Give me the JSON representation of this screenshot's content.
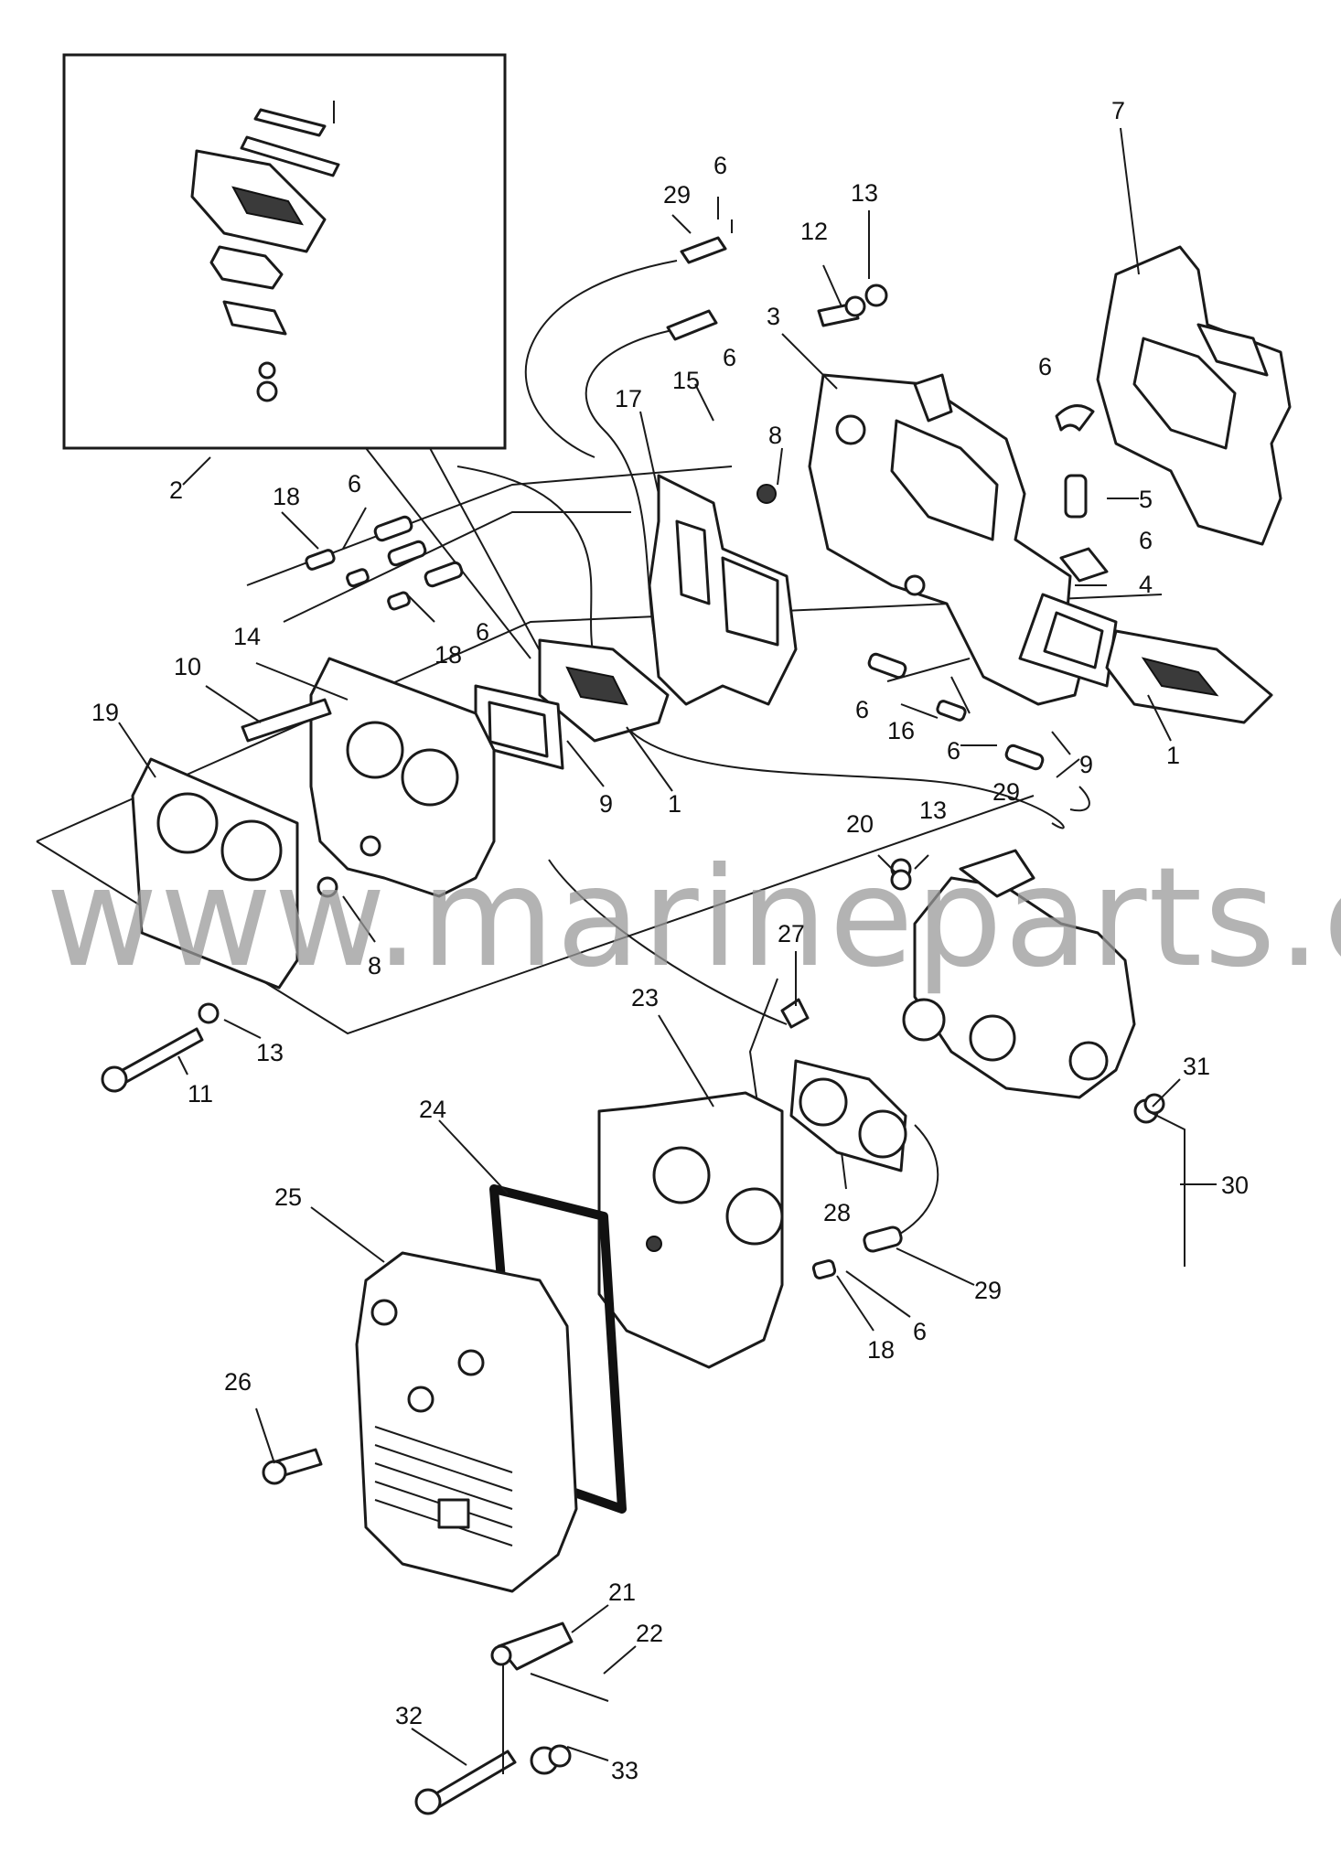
{
  "watermark": "www.marineparts.eu",
  "callouts": [
    {
      "id": "c29a",
      "label": "29"
    },
    {
      "id": "c6a",
      "label": "6"
    },
    {
      "id": "c13a",
      "label": "13"
    },
    {
      "id": "c12",
      "label": "12"
    },
    {
      "id": "c7",
      "label": "7"
    },
    {
      "id": "c3",
      "label": "3"
    },
    {
      "id": "c15",
      "label": "15"
    },
    {
      "id": "c6b",
      "label": "6"
    },
    {
      "id": "c17",
      "label": "17"
    },
    {
      "id": "c6c",
      "label": "6"
    },
    {
      "id": "c8a",
      "label": "8"
    },
    {
      "id": "c5",
      "label": "5"
    },
    {
      "id": "c6d",
      "label": "6"
    },
    {
      "id": "c4",
      "label": "4"
    },
    {
      "id": "c2",
      "label": "2"
    },
    {
      "id": "c18a",
      "label": "18"
    },
    {
      "id": "c6e",
      "label": "6"
    },
    {
      "id": "c6f",
      "label": "6"
    },
    {
      "id": "c18b",
      "label": "18"
    },
    {
      "id": "c14",
      "label": "14"
    },
    {
      "id": "c10",
      "label": "10"
    },
    {
      "id": "c19",
      "label": "19"
    },
    {
      "id": "c9a",
      "label": "9"
    },
    {
      "id": "c1a",
      "label": "1"
    },
    {
      "id": "c6g",
      "label": "6"
    },
    {
      "id": "c16",
      "label": "16"
    },
    {
      "id": "c6h",
      "label": "6"
    },
    {
      "id": "c29b",
      "label": "29"
    },
    {
      "id": "c9b",
      "label": "9"
    },
    {
      "id": "c1b",
      "label": "1"
    },
    {
      "id": "c20",
      "label": "20"
    },
    {
      "id": "c13b",
      "label": "13"
    },
    {
      "id": "c8b",
      "label": "8"
    },
    {
      "id": "c27",
      "label": "27"
    },
    {
      "id": "c23",
      "label": "23"
    },
    {
      "id": "c11",
      "label": "11"
    },
    {
      "id": "c13c",
      "label": "13"
    },
    {
      "id": "c31",
      "label": "31"
    },
    {
      "id": "c30",
      "label": "30"
    },
    {
      "id": "c24",
      "label": "24"
    },
    {
      "id": "c25",
      "label": "25"
    },
    {
      "id": "c28",
      "label": "28"
    },
    {
      "id": "c29c",
      "label": "29"
    },
    {
      "id": "c18c",
      "label": "18"
    },
    {
      "id": "c6i",
      "label": "6"
    },
    {
      "id": "c26",
      "label": "26"
    },
    {
      "id": "c21",
      "label": "21"
    },
    {
      "id": "c22",
      "label": "22"
    },
    {
      "id": "c32",
      "label": "32"
    },
    {
      "id": "c33",
      "label": "33"
    }
  ]
}
